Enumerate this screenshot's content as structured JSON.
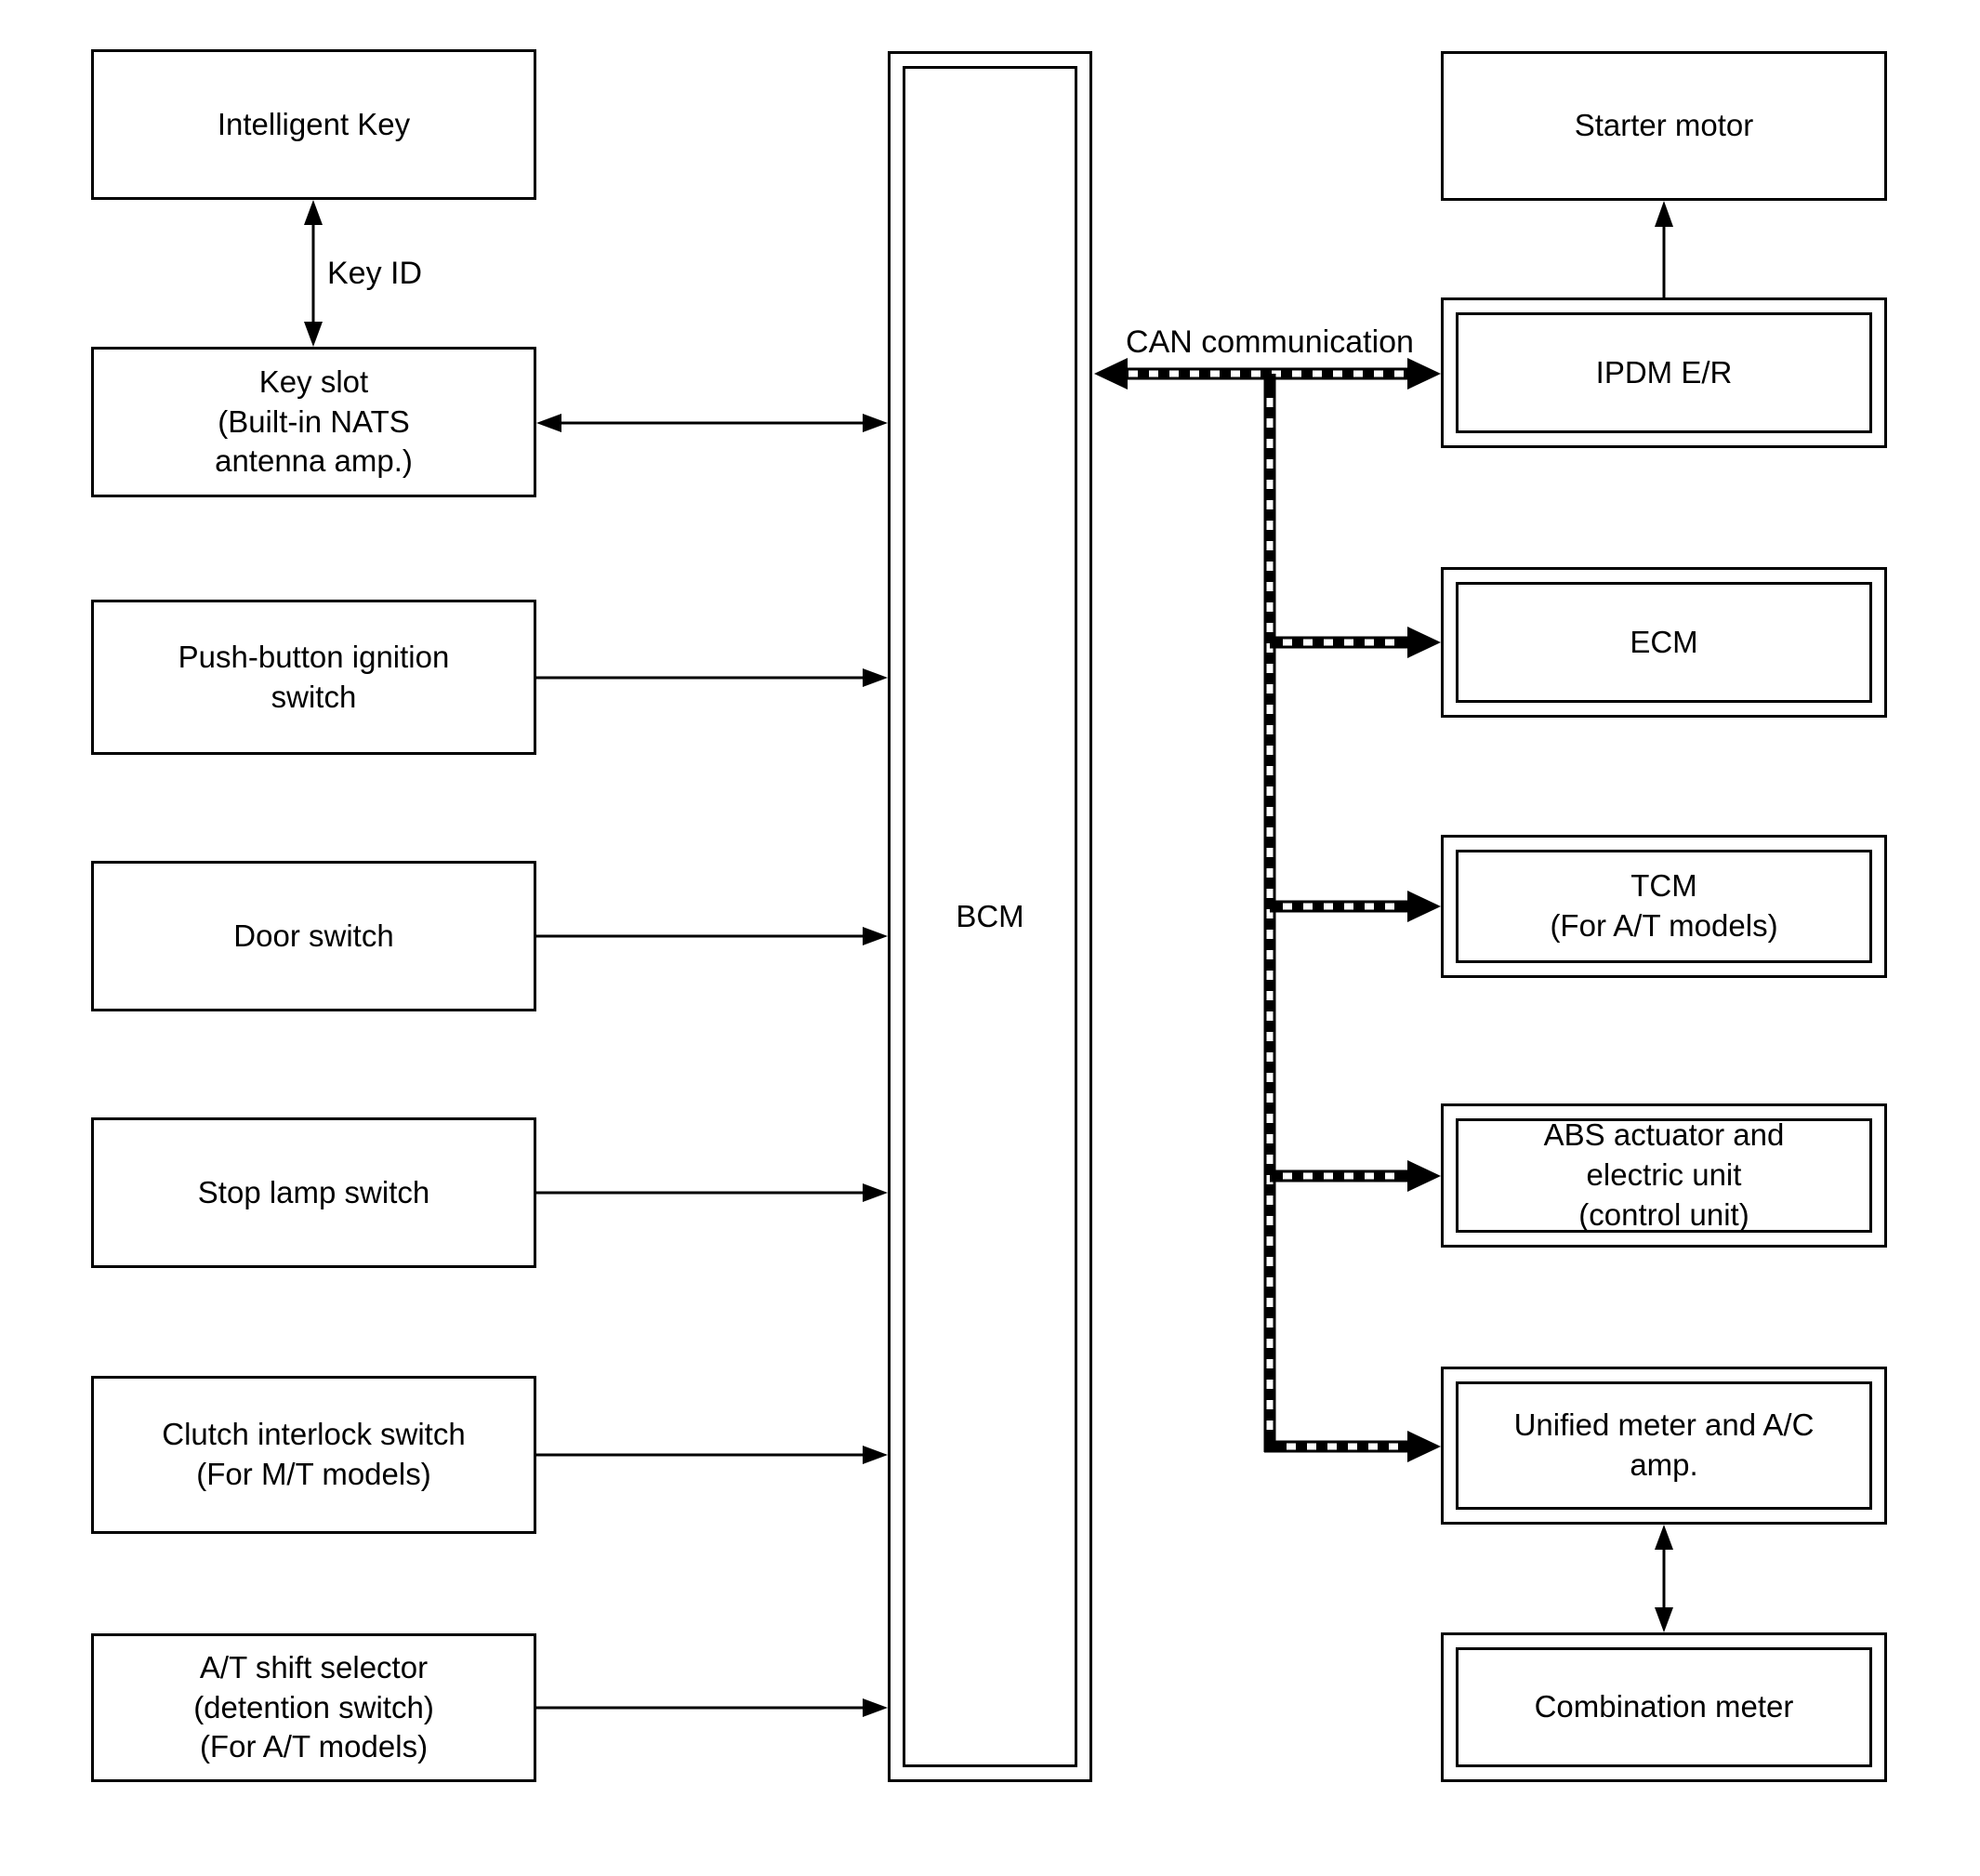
{
  "diagram": {
    "colors": {
      "ink": "#000000",
      "paper": "#ffffff"
    },
    "labels": {
      "key_id": "Key ID",
      "can_communication": "CAN communication"
    },
    "bcm": {
      "label": "BCM"
    },
    "left_boxes": [
      {
        "id": "intelligent-key",
        "label": "Intelligent Key"
      },
      {
        "id": "key-slot",
        "label": "Key slot\n(Built-in NATS\nantenna amp.)"
      },
      {
        "id": "push-button-ignition-switch",
        "label": "Push-button ignition\nswitch"
      },
      {
        "id": "door-switch",
        "label": "Door switch"
      },
      {
        "id": "stop-lamp-switch",
        "label": "Stop lamp switch"
      },
      {
        "id": "clutch-interlock-switch",
        "label": "Clutch interlock switch\n(For M/T models)"
      },
      {
        "id": "at-shift-selector",
        "label": "A/T shift selector\n(detention switch)\n(For A/T models)"
      }
    ],
    "right_boxes": [
      {
        "id": "starter-motor",
        "label": "Starter motor",
        "border": "single"
      },
      {
        "id": "ipdm-er",
        "label": "IPDM E/R",
        "border": "double"
      },
      {
        "id": "ecm",
        "label": "ECM",
        "border": "double"
      },
      {
        "id": "tcm",
        "label": "TCM\n(For A/T models)",
        "border": "double"
      },
      {
        "id": "abs-actuator",
        "label": "ABS actuator and\nelectric unit\n(control unit)",
        "border": "double"
      },
      {
        "id": "unified-meter",
        "label": "Unified meter and A/C\namp.",
        "border": "double"
      },
      {
        "id": "combination-meter",
        "label": "Combination meter",
        "border": "double"
      }
    ]
  }
}
